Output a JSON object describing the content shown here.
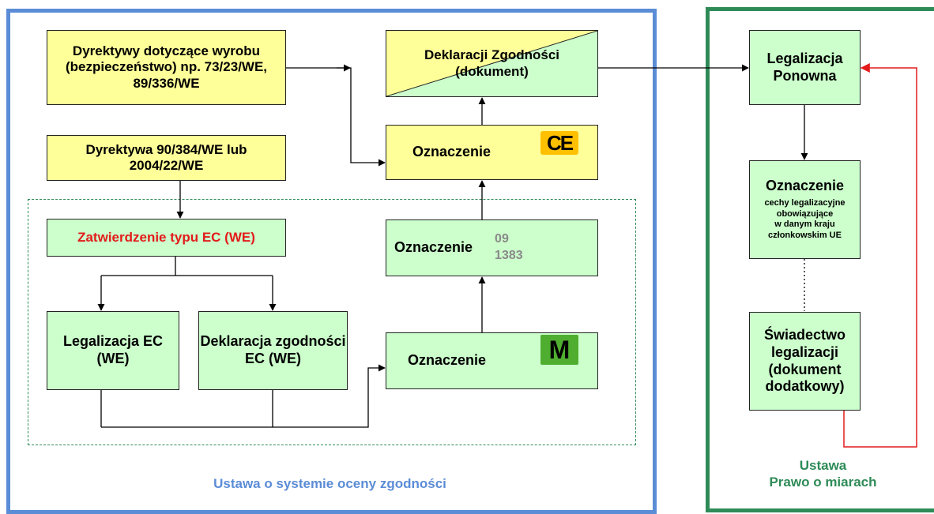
{
  "left_panel": {
    "caption": "Ustawa o systemie oceny zgodności",
    "box_directives_product": "Dyrektywy dotyczące wyrobu (bezpieczeństwo) np. 73/23/WE, 89/336/WE",
    "box_directive_90": "Dyrektywa 90/384/WE lub 2004/22/WE",
    "box_declaration": "Deklaracji Zgodności (dokument)",
    "box_marking_ce": "Oznaczenie",
    "ce_symbol": "CE",
    "box_type_approval": "Zatwierdzenie typu EC (WE)",
    "box_marking_number_label": "Oznaczenie",
    "notified_body_number": [
      "09",
      "1383"
    ],
    "box_verification_ec": "Legalizacja EC (WE)",
    "box_declaration_ec": "Deklaracja zgodności EC (WE)",
    "box_marking_m": "Oznaczenie",
    "m_symbol": "M"
  },
  "right_panel": {
    "caption": [
      "Ustawa",
      "Prawo o miarach"
    ],
    "box_reverification": "Legalizacja Ponowna",
    "box_marking_title": "Oznaczenie",
    "box_marking_desc": [
      "cechy legalizacyjne",
      "obowiązujące",
      "w danym kraju",
      "członkowskim UE"
    ],
    "box_certificate": "Świadectwo legalizacji (dokument dodatkowy)"
  },
  "colors": {
    "left_frame": "#5b8cd6",
    "right_frame": "#2e8b57",
    "yellow_box": "#ffff99",
    "green_box": "#ccffcc",
    "red": "#e31b1b",
    "ce_badge": "#ffc000",
    "m_badge": "#4fae2f"
  }
}
